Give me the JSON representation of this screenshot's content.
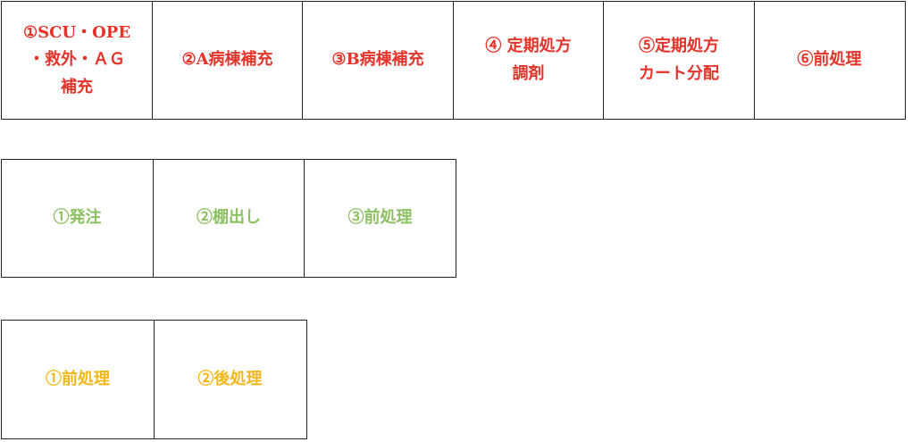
{
  "row_red": {
    "boxes": [
      "①SCU・OPE\n・救外・ＡＧ\n補充",
      "②A病棟補充",
      "③B病棟補充",
      "④ 定期処方\n調剤",
      "⑤定期処方\nカート分配",
      "⑥前処理"
    ],
    "color": "#e5332a"
  },
  "row_green": {
    "boxes": [
      "①発注",
      "②棚出し",
      "③前処理"
    ],
    "color": "#8cc063"
  },
  "row_yellow": {
    "boxes": [
      "①前処理",
      "②後処理"
    ],
    "color": "#f3b71b"
  }
}
